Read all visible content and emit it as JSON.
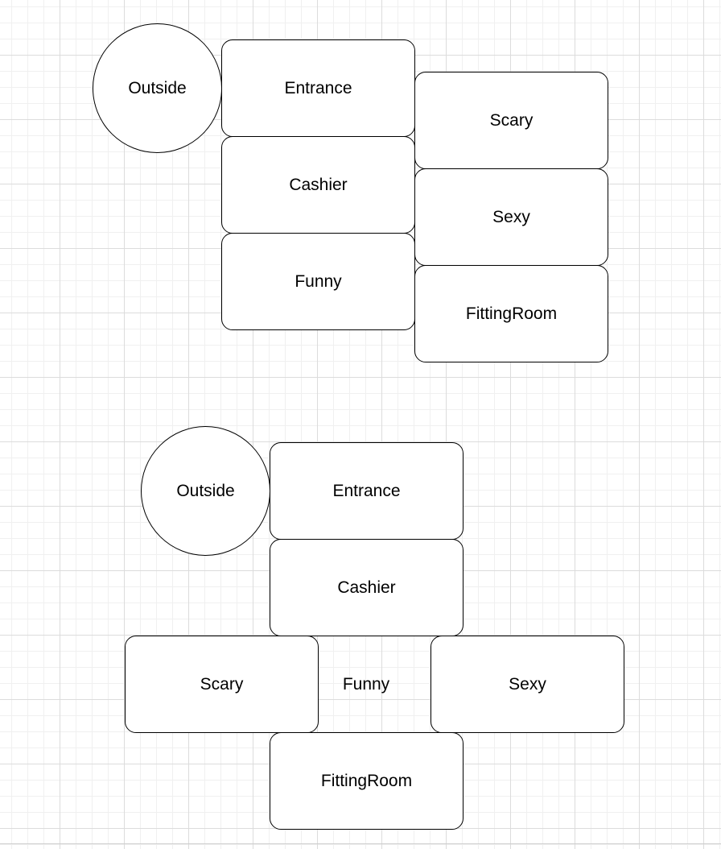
{
  "diagram_top": {
    "outside": "Outside",
    "entrance": "Entrance",
    "cashier": "Cashier",
    "funny": "Funny",
    "scary": "Scary",
    "sexy": "Sexy",
    "fitting_room": "FittingRoom"
  },
  "diagram_bottom": {
    "outside": "Outside",
    "entrance": "Entrance",
    "cashier": "Cashier",
    "funny": "Funny",
    "scary": "Scary",
    "sexy": "Sexy",
    "fitting_room": "FittingRoom"
  }
}
